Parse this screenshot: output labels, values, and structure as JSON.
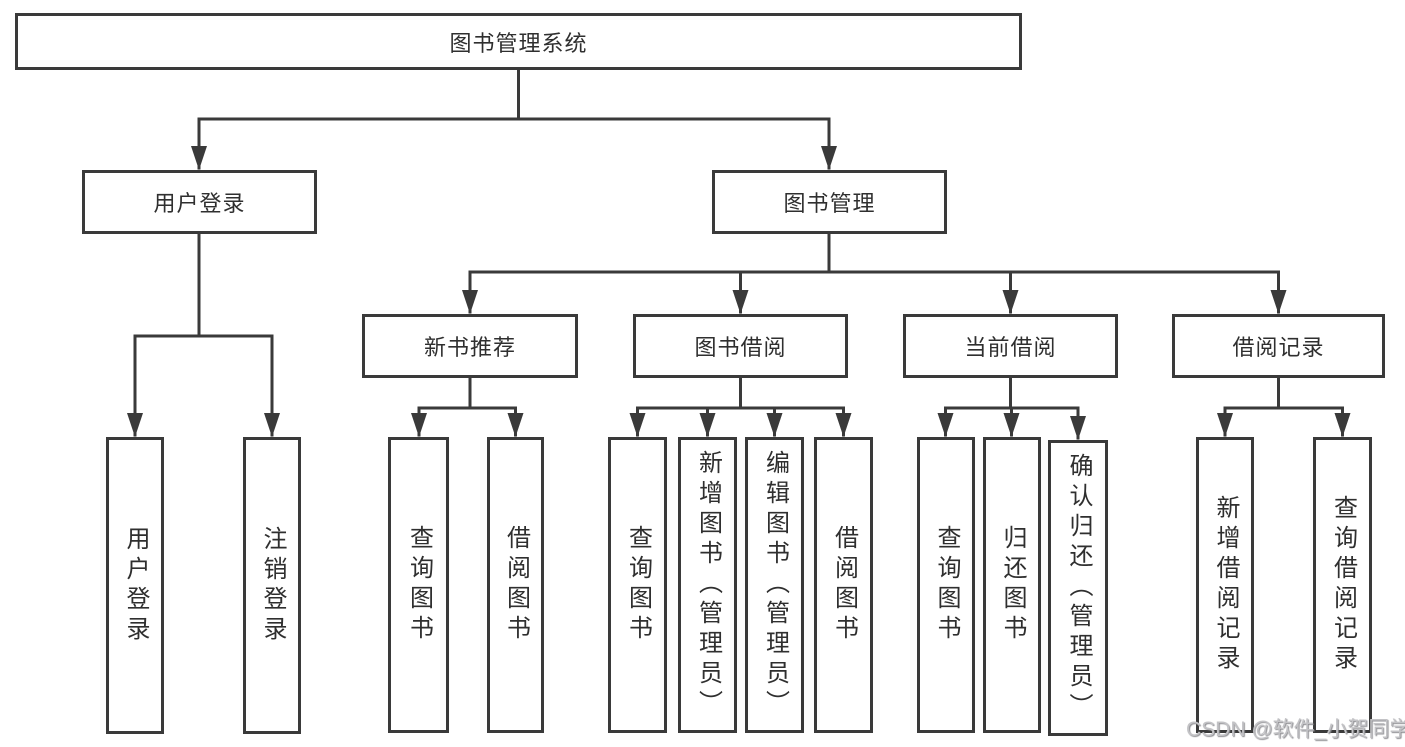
{
  "diagram": {
    "root": {
      "label": "图书管理系统"
    },
    "user_login": {
      "label": "用户登录",
      "children": {
        "login": {
          "label": "用户登录"
        },
        "logout": {
          "label": "注销登录"
        }
      }
    },
    "book_mgmt": {
      "label": "图书管理",
      "children": {
        "new_books": {
          "label": "新书推荐",
          "children": {
            "query_books": {
              "label": "查询图书"
            },
            "borrow_books": {
              "label": "借阅图书"
            }
          }
        },
        "book_borrow": {
          "label": "图书借阅",
          "children": {
            "query_books": {
              "label": "查询图书"
            },
            "add_books": {
              "label": "新增图书（管理员）"
            },
            "edit_books": {
              "label": "编辑图书（管理员）"
            },
            "borrow_books": {
              "label": "借阅图书"
            }
          }
        },
        "current_borrow": {
          "label": "当前借阅",
          "children": {
            "query_books": {
              "label": "查询图书"
            },
            "return_books": {
              "label": "归还图书"
            },
            "confirm_return": {
              "label": "确认归还（管理员）"
            }
          }
        },
        "borrow_records": {
          "label": "借阅记录",
          "children": {
            "add_record": {
              "label": "新增借阅记录"
            },
            "query_record": {
              "label": "查询借阅记录"
            }
          }
        }
      }
    }
  },
  "watermark": {
    "text": "CSDN @软件_小贺同学"
  },
  "colors": {
    "line": "#3a3a3a",
    "text": "#2f2f2f",
    "watermark": "#c3c3c6",
    "background": "#ffffff"
  }
}
